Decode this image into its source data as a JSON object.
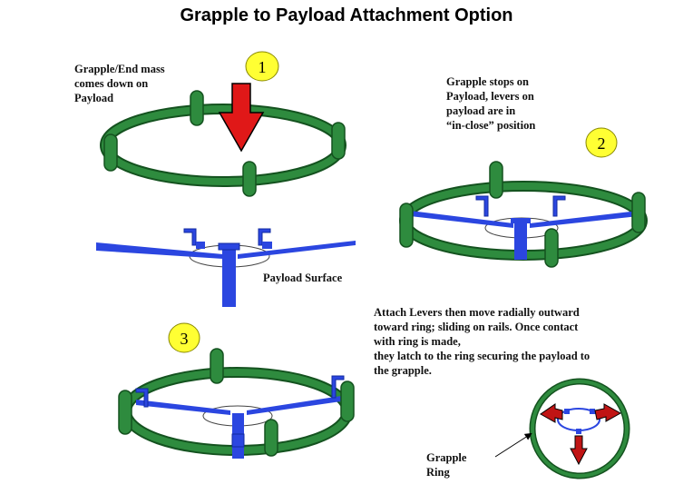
{
  "title": "Grapple to Payload Attachment Option",
  "steps": [
    {
      "number": "1",
      "caption": "Grapple/End mass\ncomes down on\nPayload"
    },
    {
      "number": "2",
      "caption": "Grapple stops on\nPayload, levers on\npayload are in\n“in-close” position"
    },
    {
      "number": "3",
      "caption": "Attach Levers then move radially outward\ntoward ring; sliding on rails.  Once contact\nwith ring is made,\nthey latch to the ring securing the payload to\nthe grapple."
    }
  ],
  "labels": {
    "payload_surface": "Payload Surface",
    "grapple_ring": "Grapple\nRing"
  },
  "colors": {
    "ring_green": "#2e8b3e",
    "ring_dark": "#14521f",
    "lever_blue": "#2b46e0",
    "arrow_red": "#e01818",
    "badge_yellow": "#ffff33"
  }
}
